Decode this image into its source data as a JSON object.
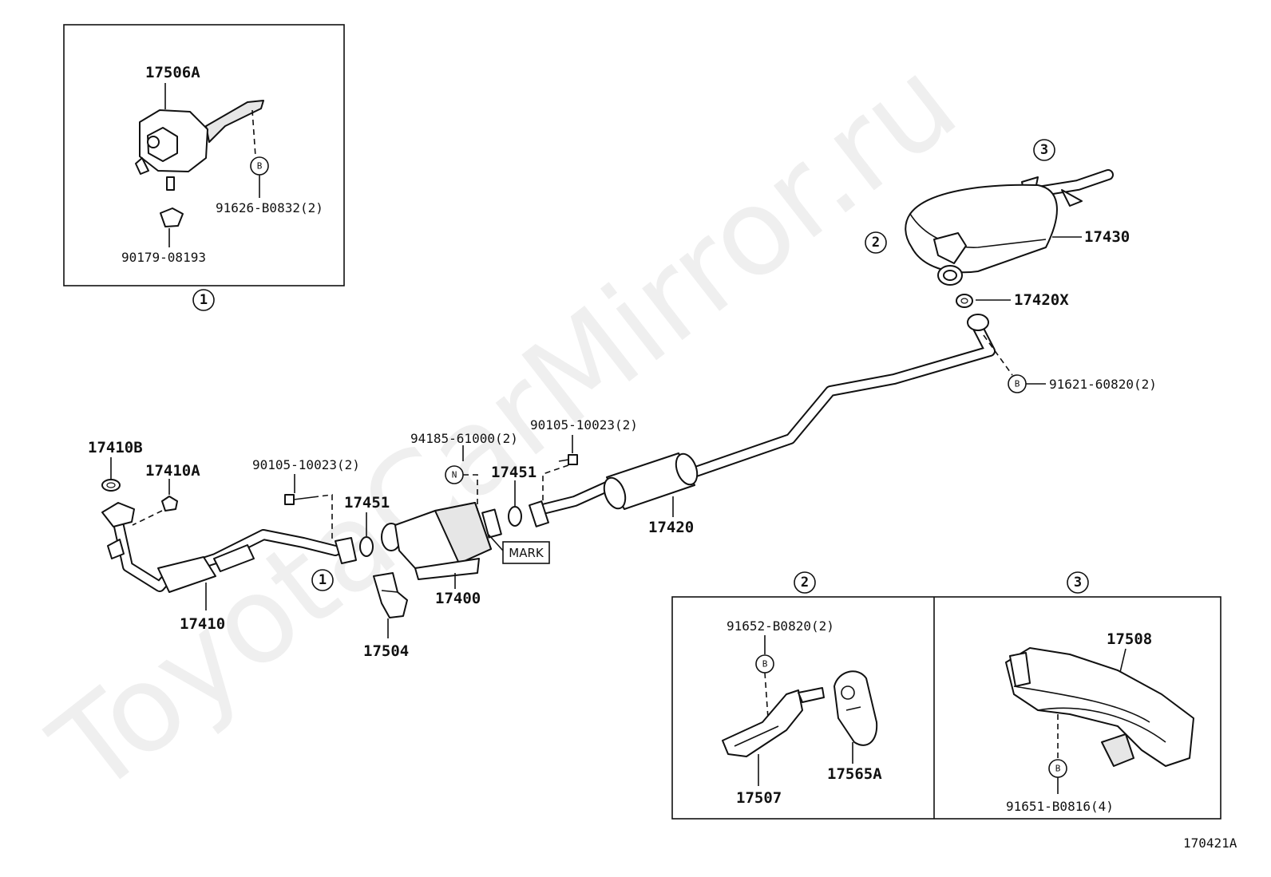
{
  "watermark": "ToyotaCarMirror.ru",
  "diagram_id": "170421A",
  "mark_label": "MARK",
  "circled": [
    "1",
    "2",
    "3"
  ],
  "badges": {
    "bolt": "B",
    "nut": "N"
  },
  "callouts": {
    "p17506A": "17506A",
    "p91626": "91626-B0832(2)",
    "p90179": "90179-08193",
    "p17430": "17430",
    "p17420X": "17420X",
    "p91621": "91621-60820(2)",
    "p17410B": "17410B",
    "p17410A": "17410A",
    "p90105a": "90105-10023(2)",
    "p94185": "94185-61000(2)",
    "p90105b": "90105-10023(2)",
    "p17451a": "17451",
    "p17451b": "17451",
    "p17420": "17420",
    "p17410": "17410",
    "p17400": "17400",
    "p17504": "17504",
    "p91652": "91652-B0820(2)",
    "p17507": "17507",
    "p17565A": "17565A",
    "p17508": "17508",
    "p91651": "91651-B0816(4)"
  },
  "colors": {
    "line": "#111111",
    "watermark": "#efefef"
  }
}
